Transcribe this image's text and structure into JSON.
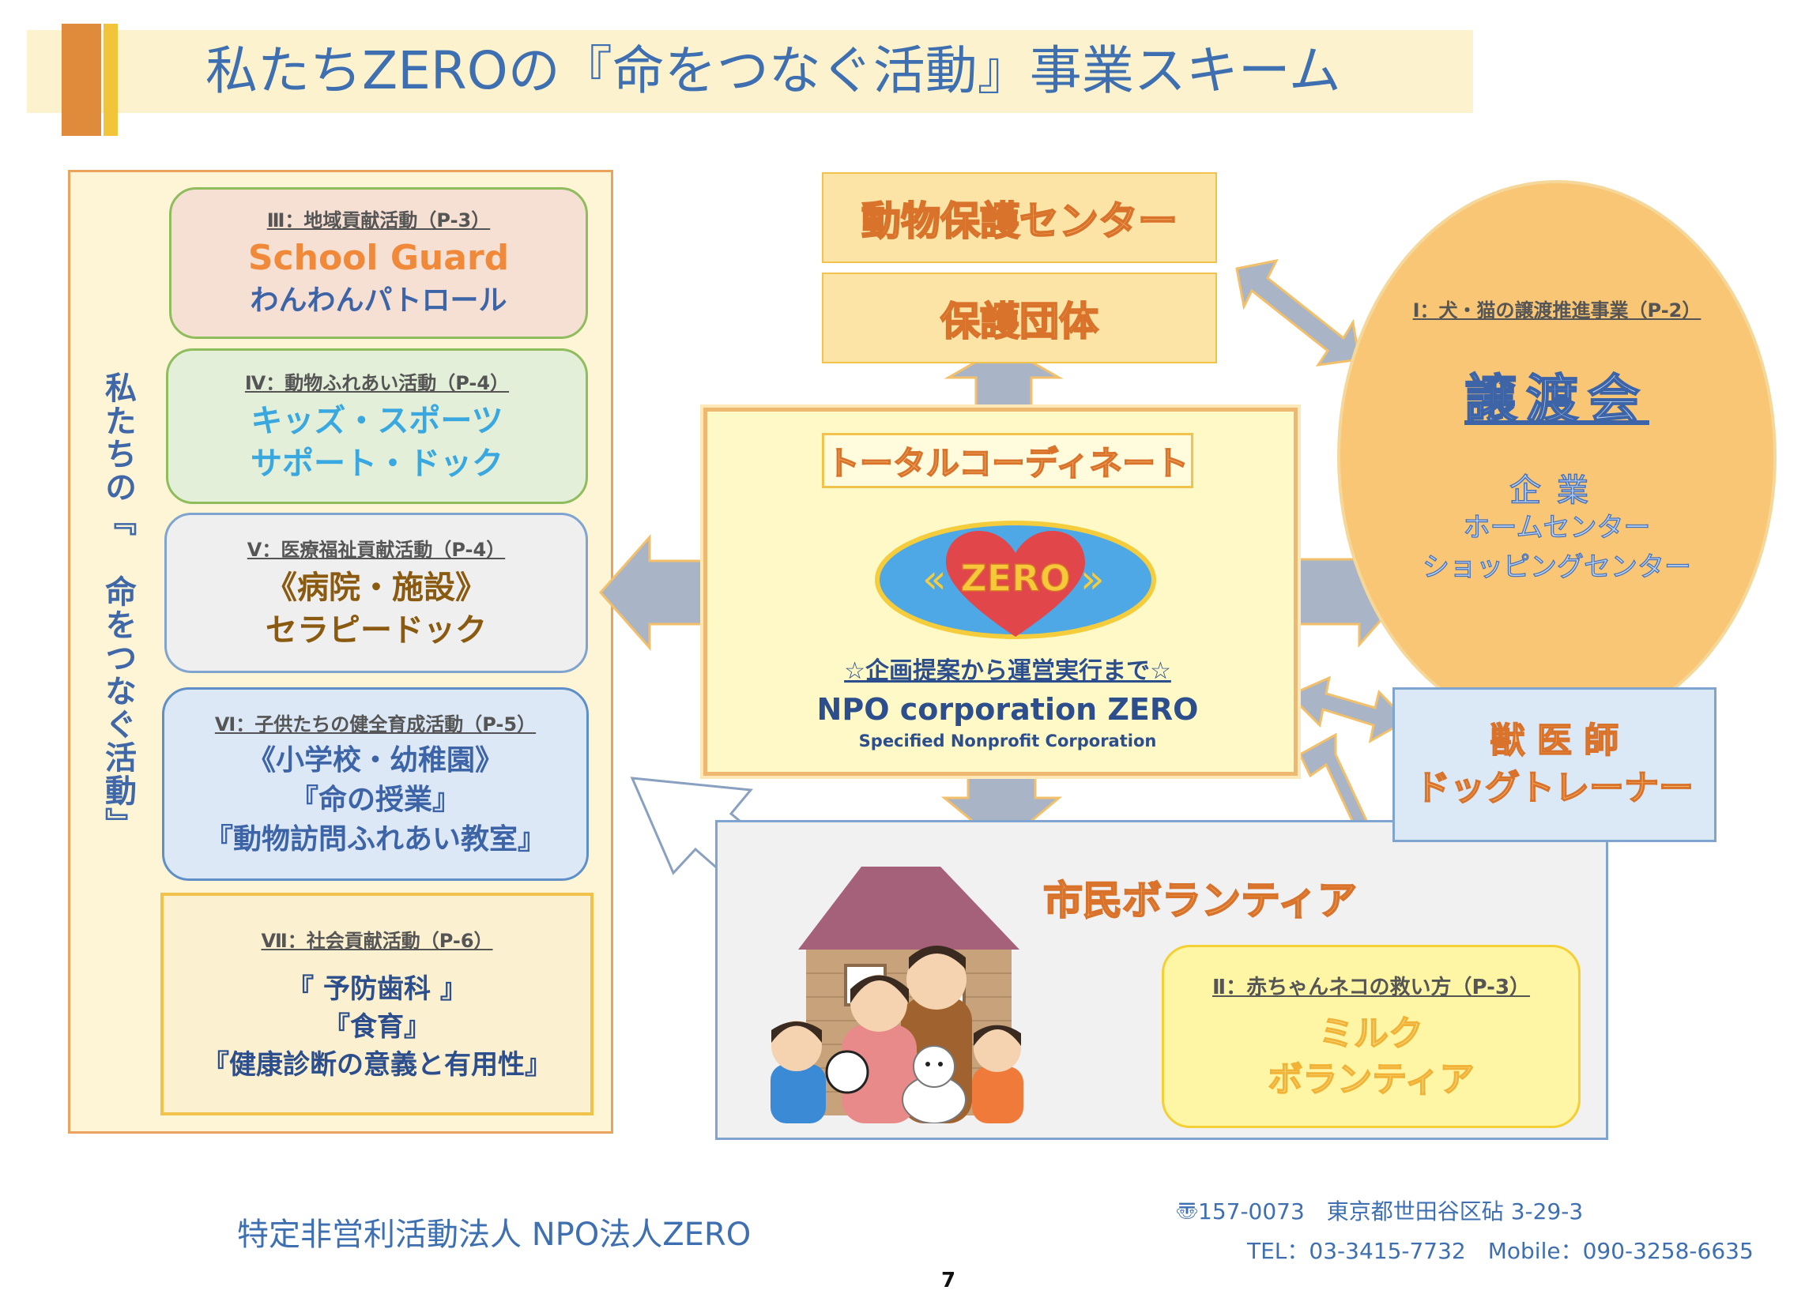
{
  "title": "私たちZEROの『命をつなぐ活動』事業スキーム",
  "vertical_title": "私たちの『 命をつなぐ活動』",
  "cards": {
    "c3": {
      "header": "Ⅲ：地域貢献活動（P-3）",
      "line1": "School Guard",
      "line2": "わんわんパトロール",
      "color1": "#f08a3a",
      "color2": "#3e64a8"
    },
    "c4": {
      "header": "Ⅳ：動物ふれあい活動（P-4）",
      "line1": "キッズ・スポーツ",
      "line2": "サポート・ドック",
      "color": "#3aa8e0"
    },
    "c5": {
      "header": "Ⅴ：医療福祉貢献活動（P-4）",
      "line1": "《病院・施設》",
      "line2": "セラピードック",
      "color": "#8a5a10"
    },
    "c6": {
      "header": "Ⅵ：子供たちの健全育成活動（P-5）",
      "line1": "《小学校・幼稚園》",
      "line2": "『命の授業』",
      "line3": "『動物訪問ふれあい教室』",
      "color": "#3e64a8"
    },
    "c7": {
      "header": "Ⅶ：社会貢献活動（P-6）",
      "line1": "『 予防歯科 』",
      "line2": "『食育』",
      "line3": "『健康診断の意義と有用性』",
      "color": "#2c4e8c"
    }
  },
  "top_boxes": {
    "center": "動物保護センター",
    "group": "保護団体"
  },
  "central": {
    "coordinate": "トータルコーディネート",
    "logo_text": "ZERO",
    "plan": "☆企画提案から運営実行まで☆",
    "npo_name": "NPO corporation ZERO",
    "npo_sub": "Specified Nonprofit Corporation"
  },
  "oval": {
    "header": "Ⅰ：犬・猫の譲渡推進事業（P-2）",
    "main": "譲渡会",
    "line1": "企業",
    "line2": "ホームセンター",
    "line3": "ショッピングセンター"
  },
  "vet": {
    "line1": "獣 医 師",
    "line2": "ドッグトレーナー"
  },
  "citizen": {
    "label": "市民ボランティア"
  },
  "kitten": {
    "header": "Ⅱ：赤ちゃんネコの救い方（P-3）",
    "line1": "ミルク",
    "line2": "ボランティア"
  },
  "footer": {
    "org": "特定非営利活動法人 NPO法人ZERO",
    "address": "〠157-0073　東京都世田谷区砧 3-29-3",
    "tel": "TEL：03-3415-7732　Mobile：090-3258-6635",
    "page": "7"
  },
  "colors": {
    "accent_blue": "#3e6fb0",
    "arrow": "#a9b4c6",
    "orange": "#e08a3c",
    "heart": "#e0464a"
  }
}
